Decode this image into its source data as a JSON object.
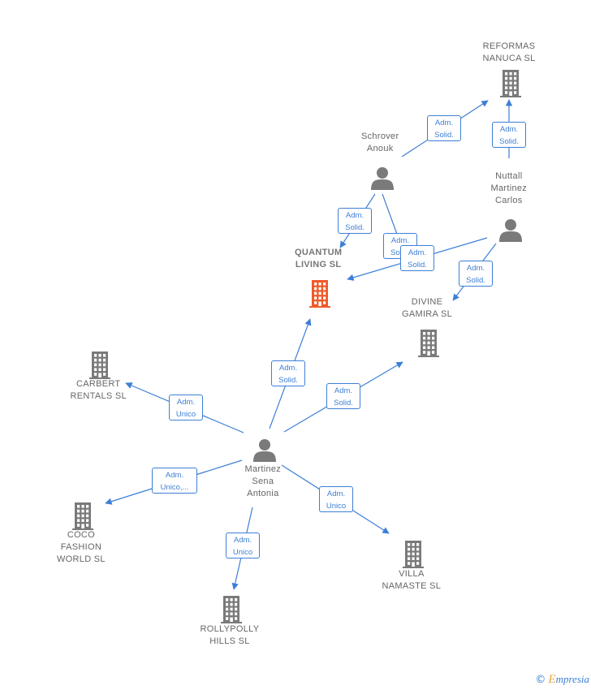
{
  "nodes": {
    "reformas": {
      "type": "company",
      "lines": [
        "REFORMAS",
        "NANUCA SL"
      ]
    },
    "schrover": {
      "type": "person",
      "lines": [
        "Schrover",
        "Anouk"
      ]
    },
    "nuttall": {
      "type": "person",
      "lines": [
        "Nuttall",
        "Martinez",
        "Carlos"
      ]
    },
    "quantum": {
      "type": "company-main",
      "lines": [
        "QUANTUM",
        "LIVING SL"
      ]
    },
    "divine": {
      "type": "company",
      "lines": [
        "DIVINE",
        "GAMIRA SL"
      ]
    },
    "carbert": {
      "type": "company",
      "lines": [
        "CARBERT",
        "RENTALS SL"
      ]
    },
    "martinez": {
      "type": "person",
      "lines": [
        "Martinez",
        "Sena",
        "Antonia"
      ]
    },
    "coco": {
      "type": "company",
      "lines": [
        "COCO",
        "FASHION",
        "WORLD SL"
      ]
    },
    "villa": {
      "type": "company",
      "lines": [
        "VILLA",
        "NAMASTE SL"
      ]
    },
    "rollypolly": {
      "type": "company",
      "lines": [
        "ROLLYPOLLY",
        "HILLS SL"
      ]
    }
  },
  "edges": [
    {
      "from": "schrover",
      "to": "reformas",
      "label": [
        "Adm.",
        "Solid."
      ]
    },
    {
      "from": "nuttall",
      "to": "reformas",
      "label": [
        "Adm.",
        "Solid."
      ]
    },
    {
      "from": "schrover",
      "to": "quantum",
      "label": [
        "Adm.",
        "Solid."
      ]
    },
    {
      "from": "schrover",
      "to": "divine",
      "label": [
        "Adm.",
        "Solid."
      ]
    },
    {
      "from": "nuttall",
      "to": "quantum",
      "label": [
        "Adm.",
        "Solid."
      ]
    },
    {
      "from": "nuttall",
      "to": "divine",
      "label": [
        "Adm.",
        "Solid."
      ]
    },
    {
      "from": "martinez",
      "to": "quantum",
      "label": [
        "Adm.",
        "Solid."
      ]
    },
    {
      "from": "martinez",
      "to": "divine",
      "label": [
        "Adm.",
        "Solid."
      ]
    },
    {
      "from": "martinez",
      "to": "carbert",
      "label": [
        "Adm.",
        "Unico"
      ]
    },
    {
      "from": "martinez",
      "to": "coco",
      "label": [
        "Adm.",
        "Unico,..."
      ]
    },
    {
      "from": "martinez",
      "to": "villa",
      "label": [
        "Adm.",
        "Unico"
      ]
    },
    {
      "from": "martinez",
      "to": "rollypolly",
      "label": [
        "Adm.",
        "Unico"
      ]
    }
  ],
  "colors": {
    "edge": "#3d7fd6",
    "node": "#7a7a7a",
    "main": "#f05a28"
  },
  "brand": {
    "copyright": "©",
    "name_initial": "E",
    "name_rest": "mpresia"
  }
}
